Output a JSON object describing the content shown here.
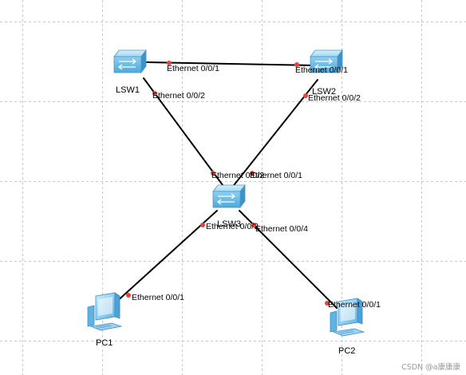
{
  "topology": {
    "devices": {
      "lsw1": {
        "name": "LSW1",
        "type": "switch"
      },
      "lsw2": {
        "name": "LSW2",
        "type": "switch"
      },
      "lsw3": {
        "name": "LSW3",
        "type": "switch"
      },
      "pc1": {
        "name": "PC1",
        "type": "pc"
      },
      "pc2": {
        "name": "PC2",
        "type": "pc"
      }
    },
    "links": [
      {
        "from": "LSW1",
        "from_port": "Ethernet 0/0/1",
        "to": "LSW2",
        "to_port": "Ethernet 0/0/1"
      },
      {
        "from": "LSW1",
        "from_port": "Ethernet 0/0/2",
        "to": "LSW3",
        "to_port": "Ethernet 0/0/2"
      },
      {
        "from": "LSW2",
        "from_port": "Ethernet 0/0/2",
        "to": "LSW3",
        "to_port": "Ethernet 0/0/1"
      },
      {
        "from": "LSW3",
        "from_port": "Ethernet 0/0/3",
        "to": "PC1",
        "to_port": "Ethernet 0/0/1"
      },
      {
        "from": "LSW3",
        "from_port": "Ethernet 0/0/4",
        "to": "PC2",
        "to_port": "Ethernet 0/0/1"
      }
    ],
    "port_labels": {
      "lsw1_e1": "Ethernet 0/0/1",
      "lsw2_e1": "Ethernet 0/0/1",
      "lsw1_e2": "Ethernet 0/0/2",
      "lsw2_e2": "Ethernet 0/0/2",
      "lsw3_e2": "Ethernet 0/0/2",
      "lsw3_e1": "Ethernet 0/0/1",
      "lsw3_e3": "Ethernet 0/0/3",
      "lsw3_e4": "Ethernet 0/0/4",
      "pc1_e1": "Ethernet 0/0/1",
      "pc2_e1": "Ethernet 0/0/1"
    }
  },
  "colors": {
    "link": "#000000",
    "port_dot": "#e8443a",
    "grid": "#c8c8c8",
    "switch_body": "#7ec8ec",
    "pc_body": "#8cc9ec"
  },
  "watermark": "CSDN @a康康康"
}
